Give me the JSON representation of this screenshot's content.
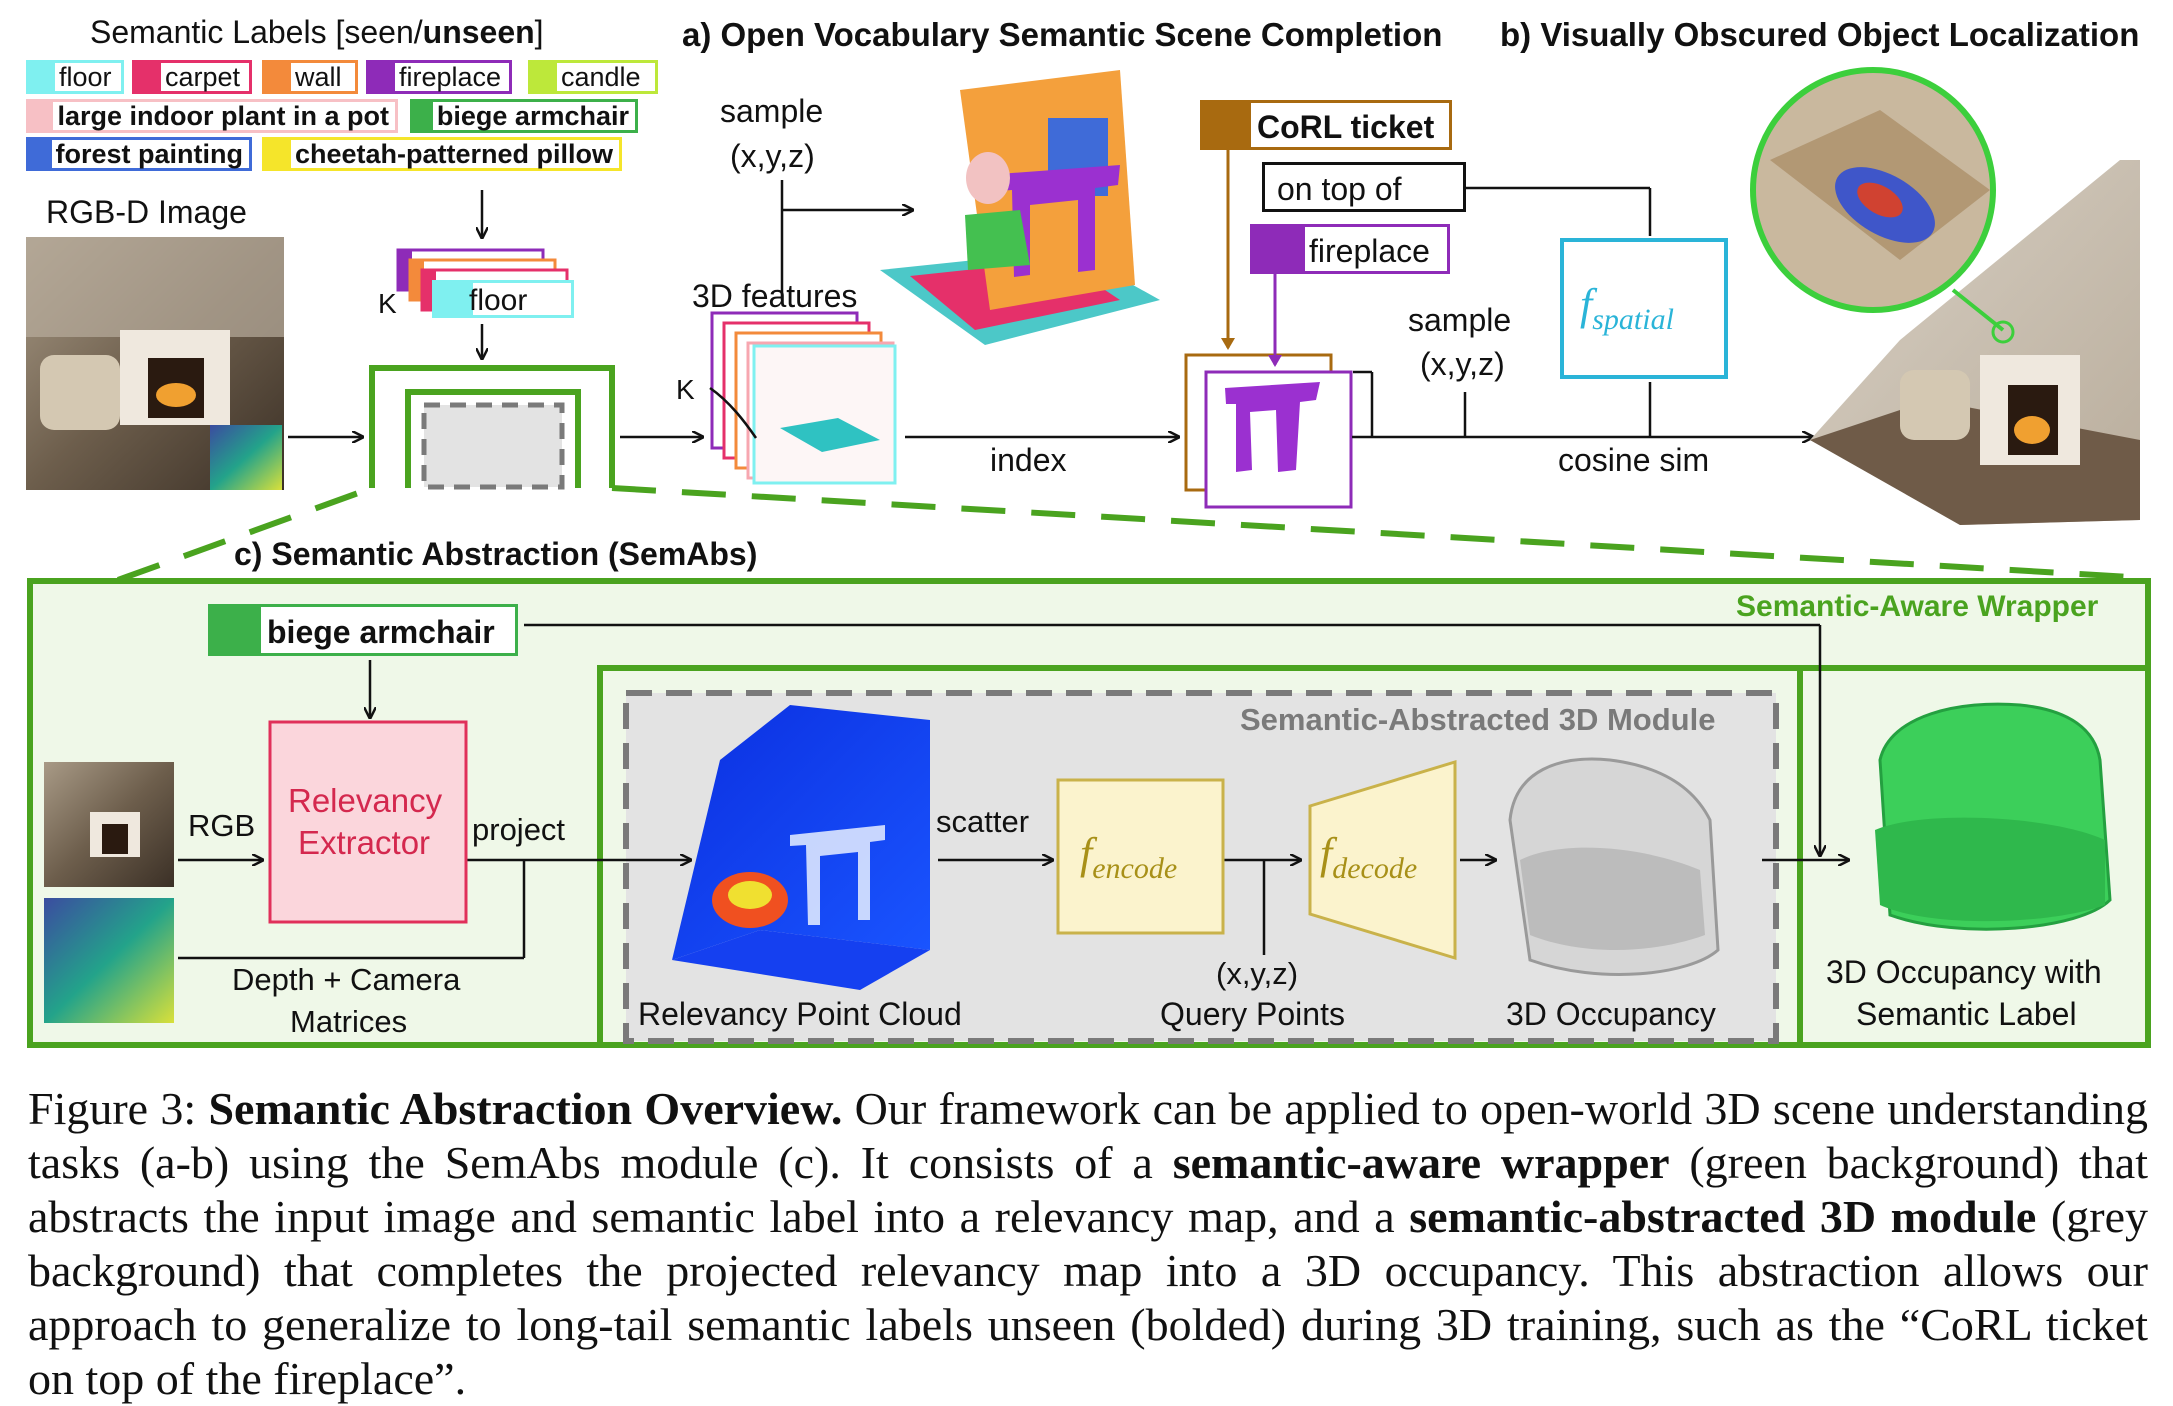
{
  "legend": {
    "title_prefix": "Semantic Labels [seen/",
    "title_bold": "unseen",
    "title_suffix": "]",
    "chips": [
      {
        "label": "floor",
        "bold": false,
        "color": "#7ff0f0"
      },
      {
        "label": "carpet",
        "bold": false,
        "color": "#e5306a"
      },
      {
        "label": "wall",
        "bold": false,
        "color": "#f38a3b"
      },
      {
        "label": "fireplace",
        "bold": false,
        "color": "#8e2bb8"
      },
      {
        "label": "candle",
        "bold": false,
        "color": "#bde83a"
      },
      {
        "label": "large indoor plant in a pot",
        "bold": true,
        "color": "#f7c0c5"
      },
      {
        "label": "biege armchair",
        "bold": true,
        "color": "#3cb04a"
      },
      {
        "label": "forest painting",
        "bold": true,
        "color": "#3f6bd8"
      },
      {
        "label": "cheetah-patterned pillow",
        "bold": true,
        "color": "#f5e52a"
      }
    ]
  },
  "panel_a": {
    "title": "a) Open Vocabulary Semantic Scene Completion",
    "rgbd_label": "RGB-D Image",
    "stack_label": "floor",
    "k1": "K",
    "k2": "K",
    "sample_label_1": "sample",
    "sample_xyz_1": "(x,y,z)",
    "features_label": "3D features",
    "index_label": "index"
  },
  "panel_b": {
    "title": "b) Visually Obscured Object Localization",
    "query_noun": "CoRL ticket",
    "query_relation": "on top of",
    "query_ref": "fireplace",
    "query_noun_color": "#a86a10",
    "query_ref_color": "#8e2bb8",
    "f_spatial_main": "f",
    "f_spatial_sub": "spatial",
    "sample_label_2": "sample",
    "sample_xyz_2": "(x,y,z)",
    "cosine_label": "cosine sim"
  },
  "panel_c": {
    "title": "c) Semantic Abstraction (SemAbs)",
    "wrapper_label": "Semantic-Aware Wrapper",
    "module_label": "Semantic-Abstracted 3D Module",
    "query_label": "biege armchair",
    "rgb_label": "RGB",
    "extractor_line1": "Relevancy",
    "extractor_line2": "Extractor",
    "project_label": "project",
    "depth_line1": "Depth + Camera",
    "depth_line2": "Matrices",
    "scatter_label": "scatter",
    "pointcloud_label": "Relevancy Point Cloud",
    "f_encode_main": "f",
    "f_encode_sub": "encode",
    "f_decode_main": "f",
    "f_decode_sub": "decode",
    "query_xyz": "(x,y,z)",
    "query_points_label": "Query Points",
    "occupancy_label": "3D Occupancy",
    "out_line1": "3D Occupancy with",
    "out_line2": "Semantic Label",
    "wrapper_color": "#4aa31f",
    "module_border_color": "#7a7a7a"
  },
  "caption": {
    "fig": "Figure 3: ",
    "title": "Semantic Abstraction Overview.",
    "s1": " Our framework can be applied to open-world 3D scene understanding tasks (a-b) using the SemAbs module (c). It consists of a ",
    "b1": "semantic-aware wrapper",
    "s2": " (green background) that abstracts the input image and semantic label into a relevancy map, and a ",
    "b2": "semantic-abstracted 3D module",
    "s3": " (grey background) that completes the projected relevancy map into a 3D occupancy. This abstraction allows our approach to generalize to long-tail semantic labels unseen (bolded) during 3D training, such as the “CoRL ticket on top of the fireplace”."
  }
}
